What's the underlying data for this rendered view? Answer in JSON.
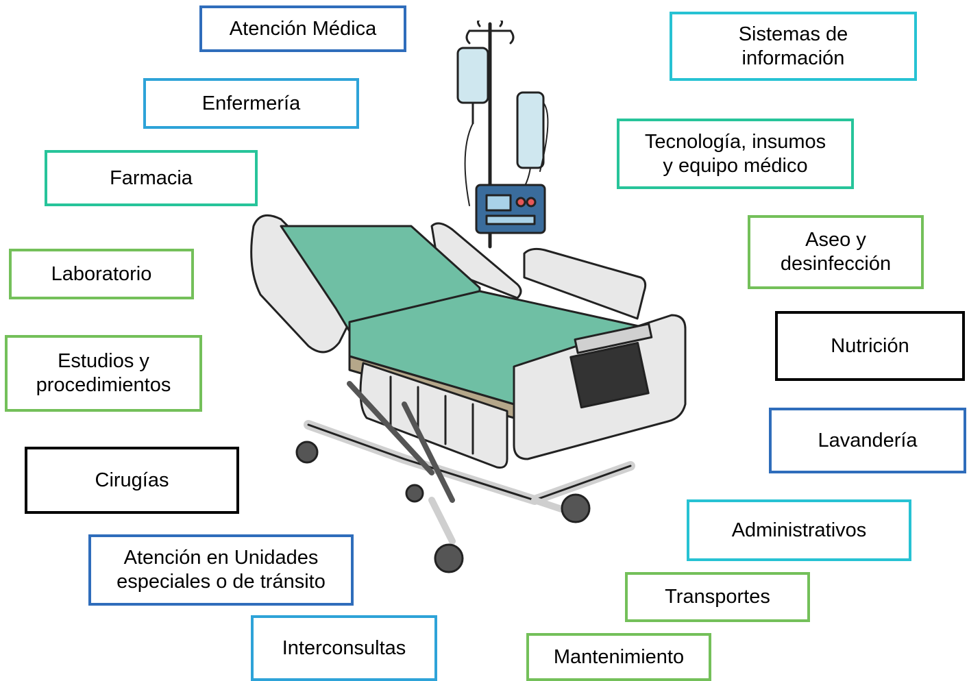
{
  "colors": {
    "navy_blue": "#2f6dbb",
    "sky_blue": "#2ea3d8",
    "cyan": "#27c2d3",
    "teal": "#27c49a",
    "green": "#74c05a",
    "black": "#000000",
    "mattress": "#6fbfa4",
    "frame": "#e8e8e8"
  },
  "illustration": {
    "icon": "hospital-bed-icon"
  },
  "services": {
    "atencion_medica": "Atención Médica",
    "enfermeria": "Enfermería",
    "farmacia": "Farmacia",
    "laboratorio": "Laboratorio",
    "estudios": "Estudios y\nprocedimientos",
    "cirugias": "Cirugías",
    "unidades_especiales": "Atención en Unidades\nespeciales o de tránsito",
    "interconsultas": "Interconsultas",
    "sistemas_informacion": "Sistemas de\ninformación",
    "tecnologia": "Tecnología, insumos\ny equipo médico",
    "aseo": "Aseo y\ndesinfección",
    "nutricion": "Nutrición",
    "lavanderia": "Lavandería",
    "administrativos": "Administrativos",
    "transportes": "Transportes",
    "mantenimiento": "Mantenimiento"
  }
}
